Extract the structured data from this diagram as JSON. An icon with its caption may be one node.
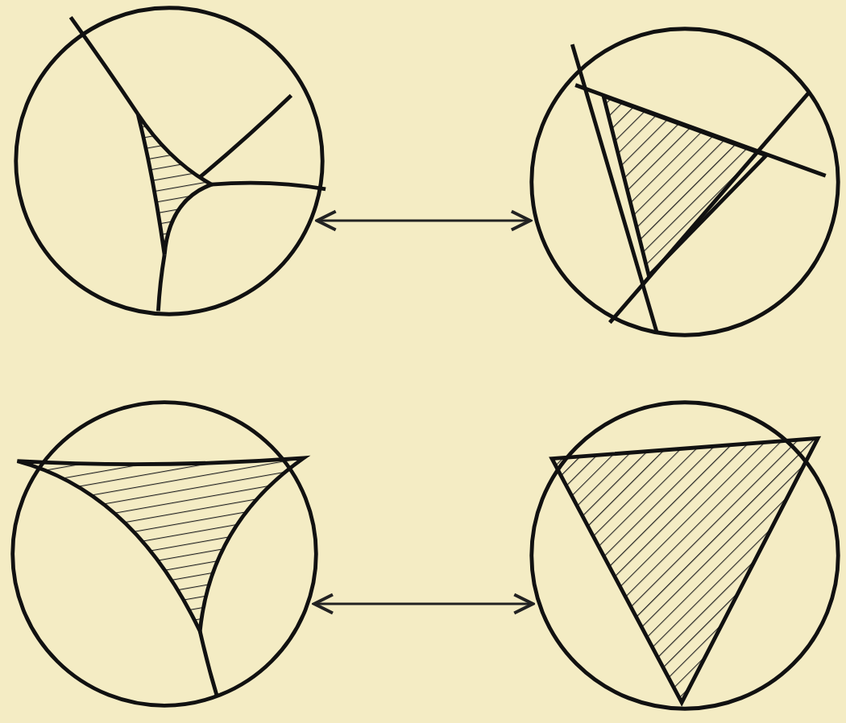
{
  "diagram": {
    "nodes": [
      {
        "text": [],
        "shape": "circle"
      },
      {
        "text": [],
        "shape": "circle"
      },
      {
        "text": [],
        "shape": "circle"
      },
      {
        "text": [],
        "shape": "circle"
      }
    ],
    "edges": [
      {
        "from": 0,
        "to": 1,
        "arrow": "both"
      },
      {
        "from": 2,
        "to": 3,
        "arrow": "both"
      }
    ]
  }
}
